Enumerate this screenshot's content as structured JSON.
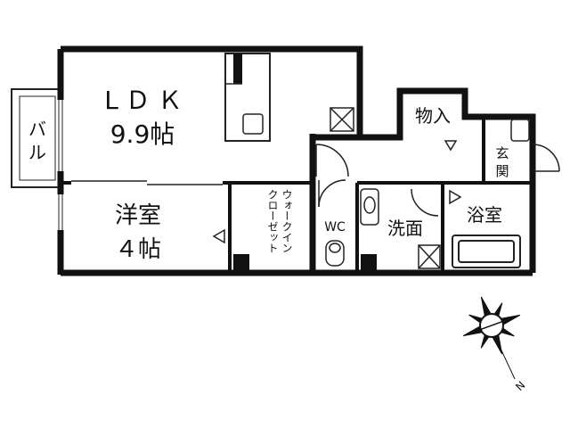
{
  "rooms": {
    "ldk": {
      "name": "LＤＫ",
      "size": "9.9帖"
    },
    "western": {
      "name": "洋室",
      "size": "４帖"
    },
    "balcony": {
      "chars": [
        "バ",
        "ル"
      ]
    },
    "walkin": {
      "col1": "ウォークイン",
      "col2": "クローゼット"
    },
    "wc": "WC",
    "storage": "物入",
    "entrance": {
      "chars": [
        "玄",
        "関"
      ]
    },
    "washroom": "洗面",
    "bathroom": "浴室"
  },
  "compass": {
    "north": "N"
  }
}
